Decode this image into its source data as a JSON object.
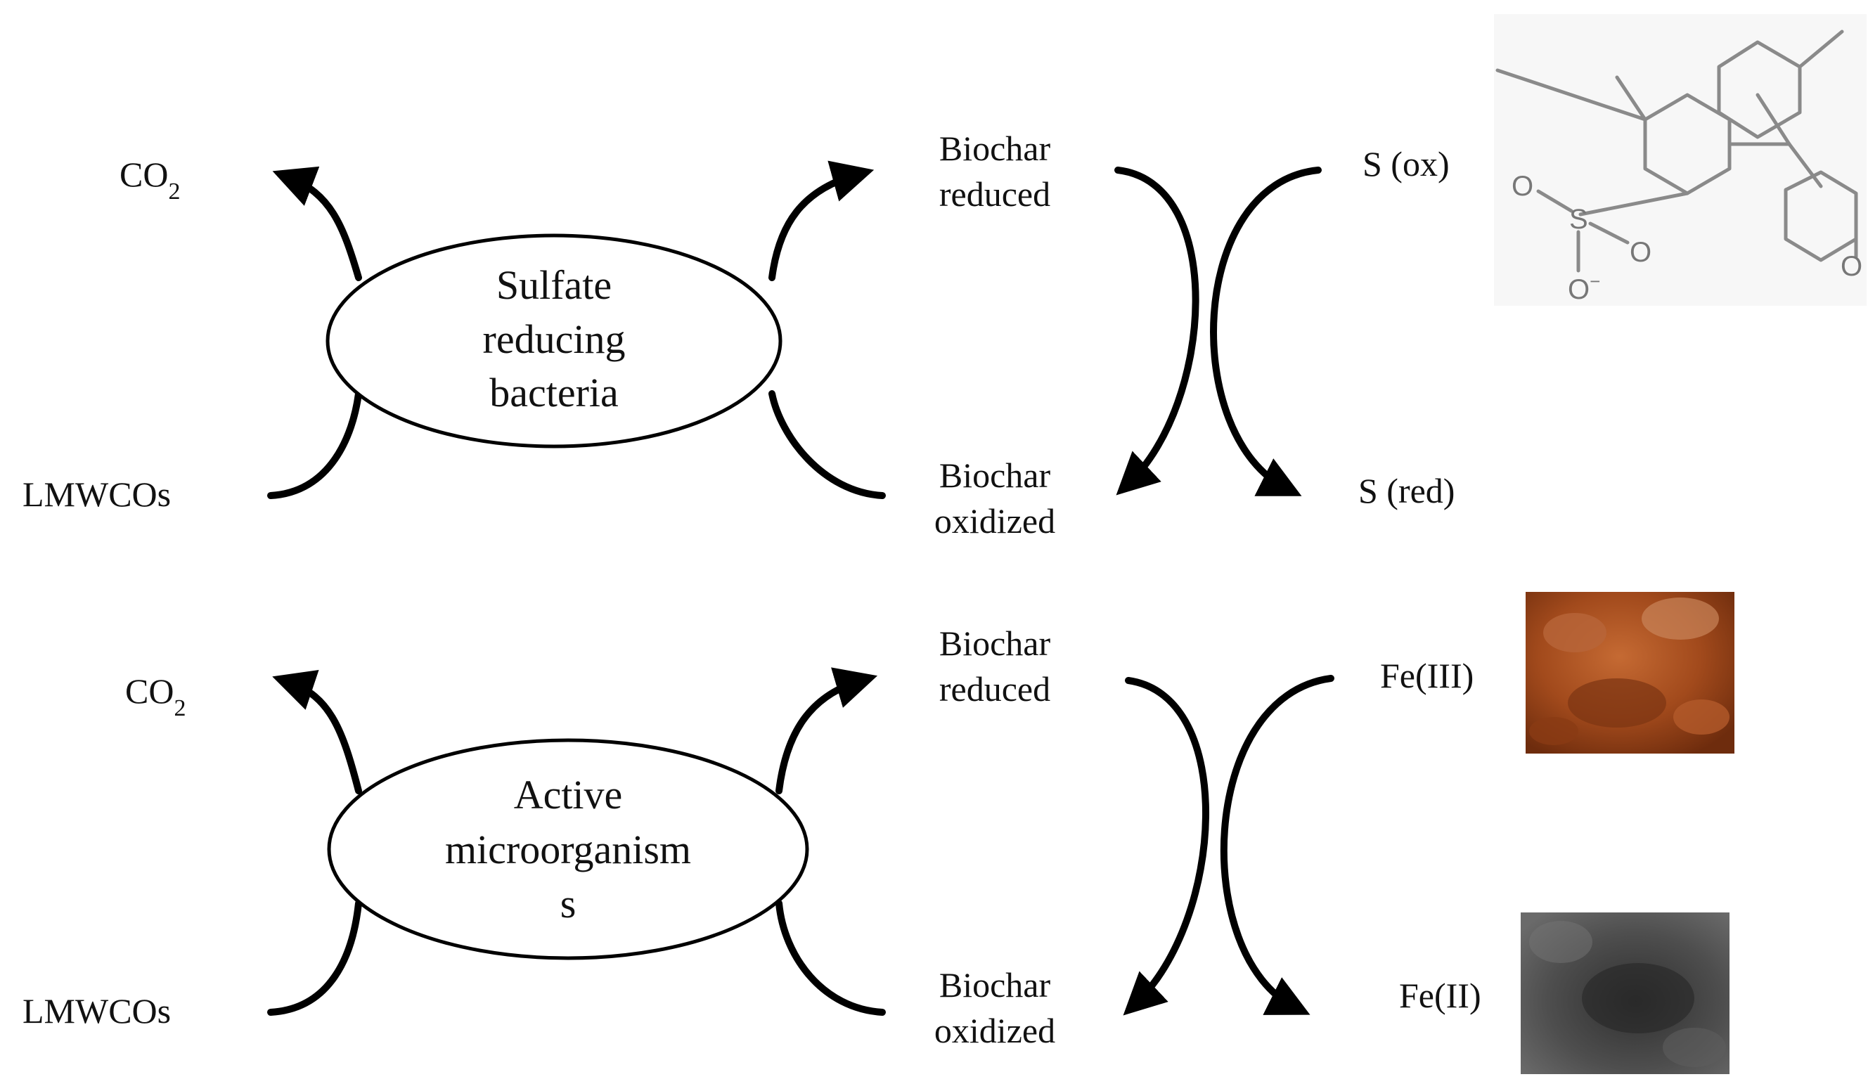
{
  "panels": [
    {
      "organism": [
        "Sulfate",
        "reducing",
        "bacteria"
      ],
      "product": "CO",
      "product_subscript": "2",
      "substrate": "LMWCOs",
      "biochar_reduced": [
        "Biochar",
        "reduced"
      ],
      "biochar_oxidized": [
        "Biochar",
        "oxidized"
      ],
      "acceptor_oxidized": "S (ox)",
      "acceptor_reduced": "S (red)"
    },
    {
      "organism": [
        "Active",
        "microorganism",
        "s"
      ],
      "product": "CO",
      "product_subscript": "2",
      "substrate": "LMWCOs",
      "biochar_reduced": [
        "Biochar",
        "reduced"
      ],
      "biochar_oxidized": [
        "Biochar",
        "oxidized"
      ],
      "acceptor_oxidized": "Fe(III)",
      "acceptor_reduced": "Fe(II)"
    }
  ],
  "molecule_labels": {
    "oxygen_a": "O",
    "sulfur": "S",
    "oxygen_b": "O",
    "oxygen_anion": "O",
    "anion_charge": "−",
    "oxygen_carbonyl": "O"
  },
  "colors": {
    "iron_iii_sample": "#a24a1c",
    "iron_ii_sample": "#4a4a4a"
  }
}
